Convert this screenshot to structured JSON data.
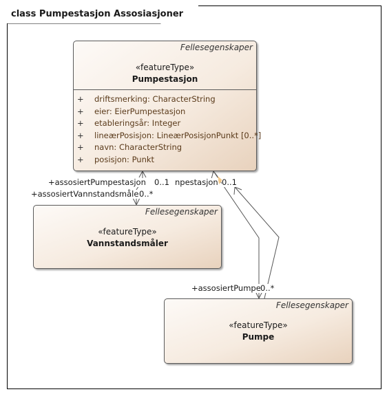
{
  "frame": {
    "title": "class Pumpestasjon Assosiasjoner"
  },
  "classes": {
    "pumpestasjon": {
      "package": "Fellesegenskaper",
      "stereotype": "«featureType»",
      "name": "Pumpestasjon",
      "attributes": [
        {
          "vis": "+",
          "text": "driftsmerking: CharacterString"
        },
        {
          "vis": "+",
          "text": "eier: EierPumpestasjon"
        },
        {
          "vis": "+",
          "text": "etableringsår: Integer"
        },
        {
          "vis": "+",
          "text": "lineærPosisjon: LineærPosisjonPunkt [0..*]"
        },
        {
          "vis": "+",
          "text": "navn: CharacterString"
        },
        {
          "vis": "+",
          "text": "posisjon: Punkt"
        }
      ]
    },
    "vannstandsmaler": {
      "package": "Fellesegenskaper",
      "stereotype": "«featureType»",
      "name": "Vannstandsmåler"
    },
    "pumpe": {
      "package": "Fellesegenskaper",
      "stereotype": "«featureType»",
      "name": "Pumpe"
    }
  },
  "associations": {
    "pumpestasjon_vannstand_role": "+assosiertPumpestasjon",
    "pumpestasjon_vannstand_mult": "0..1",
    "vannstand_role": "+assosiertVannstandsmåler",
    "vannstand_mult": "0..*",
    "pumpestasjon_pumpe_role": "npestasjon",
    "pumpestasjon_pumpe_mult": "0..1",
    "pumpe_role": "+assosiertPumpe",
    "pumpe_mult": "0..*"
  }
}
